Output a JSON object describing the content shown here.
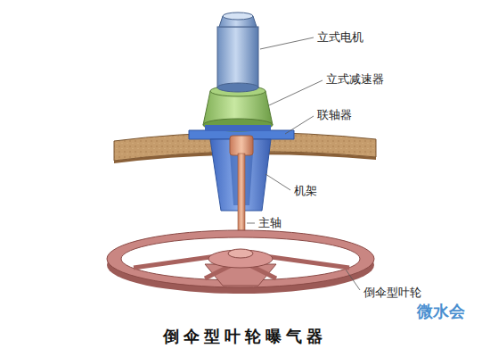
{
  "diagram": {
    "title": "倒伞型叶轮曝气器",
    "labels": [
      "立式电机",
      "立式减速器",
      "联轴器",
      "机架",
      "主轴",
      "倒伞型叶轮",
      "微水会"
    ]
  }
}
